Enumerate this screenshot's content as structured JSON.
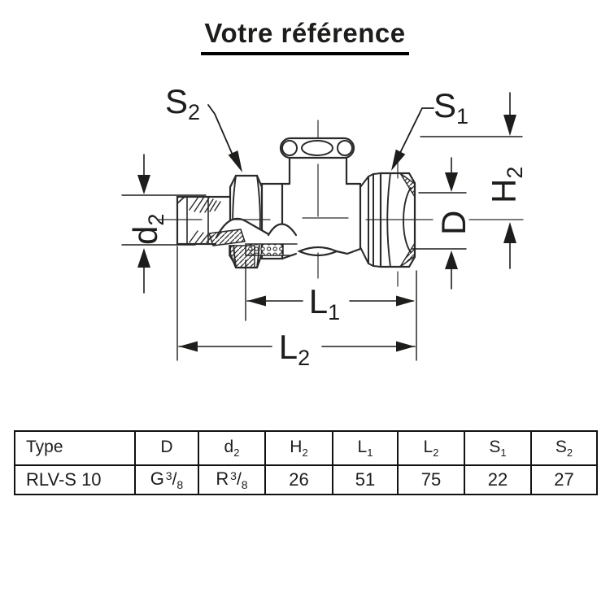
{
  "title": "Votre référence",
  "colors": {
    "ink": "#1d1d1b",
    "line": "#2a2a2a"
  },
  "diagram": {
    "labels": {
      "s2": {
        "base": "S",
        "sub": "2"
      },
      "s1": {
        "base": "S",
        "sub": "1"
      },
      "h2": {
        "base": "H",
        "sub": "2"
      },
      "d_nut": {
        "base": "D",
        "sub": ""
      },
      "d_thread": {
        "base": "d",
        "sub": "2"
      },
      "l1": {
        "base": "L",
        "sub": "1"
      },
      "l2": {
        "base": "L",
        "sub": "2"
      }
    }
  },
  "table": {
    "headers": [
      {
        "base": "Type",
        "sub": ""
      },
      {
        "base": "D",
        "sub": ""
      },
      {
        "base": "d",
        "sub": "2"
      },
      {
        "base": "H",
        "sub": "2"
      },
      {
        "base": "L",
        "sub": "1"
      },
      {
        "base": "L",
        "sub": "2"
      },
      {
        "base": "S",
        "sub": "1"
      },
      {
        "base": "S",
        "sub": "2"
      }
    ],
    "row": {
      "type": "RLV-S 10",
      "d_value": {
        "prefix": "G",
        "sup": "3",
        "slash": "/",
        "sub": "8"
      },
      "d2_value": {
        "prefix": "R",
        "sup": "3",
        "slash": "/",
        "sub": "8"
      },
      "h2": "26",
      "l1": "51",
      "l2": "75",
      "s1": "22",
      "s2": "27"
    }
  }
}
